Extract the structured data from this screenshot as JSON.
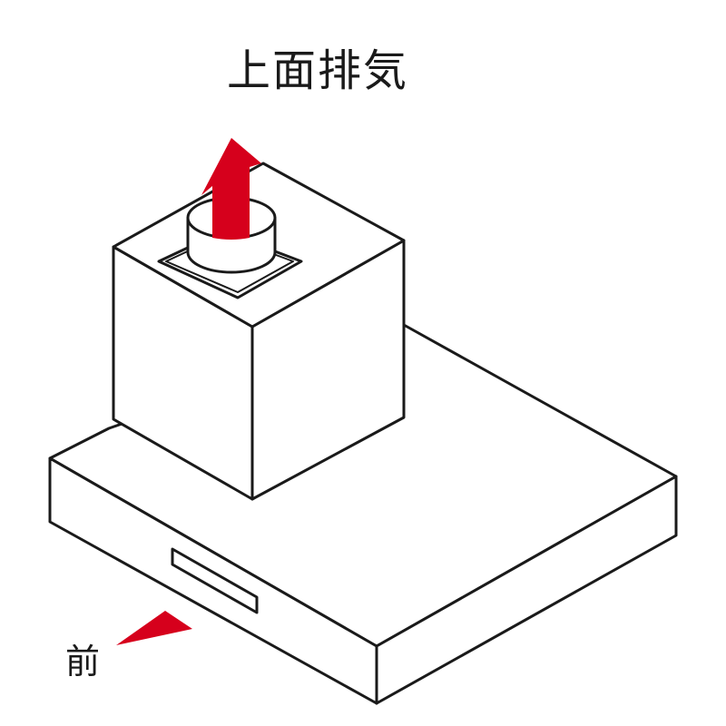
{
  "diagram": {
    "title": "上面排気",
    "front_label": "前",
    "subject": "range-hood",
    "exhaust_direction": "top",
    "colors": {
      "line": "#1a1a1a",
      "accent_arrow": "#d6001c",
      "background": "#ffffff"
    }
  }
}
